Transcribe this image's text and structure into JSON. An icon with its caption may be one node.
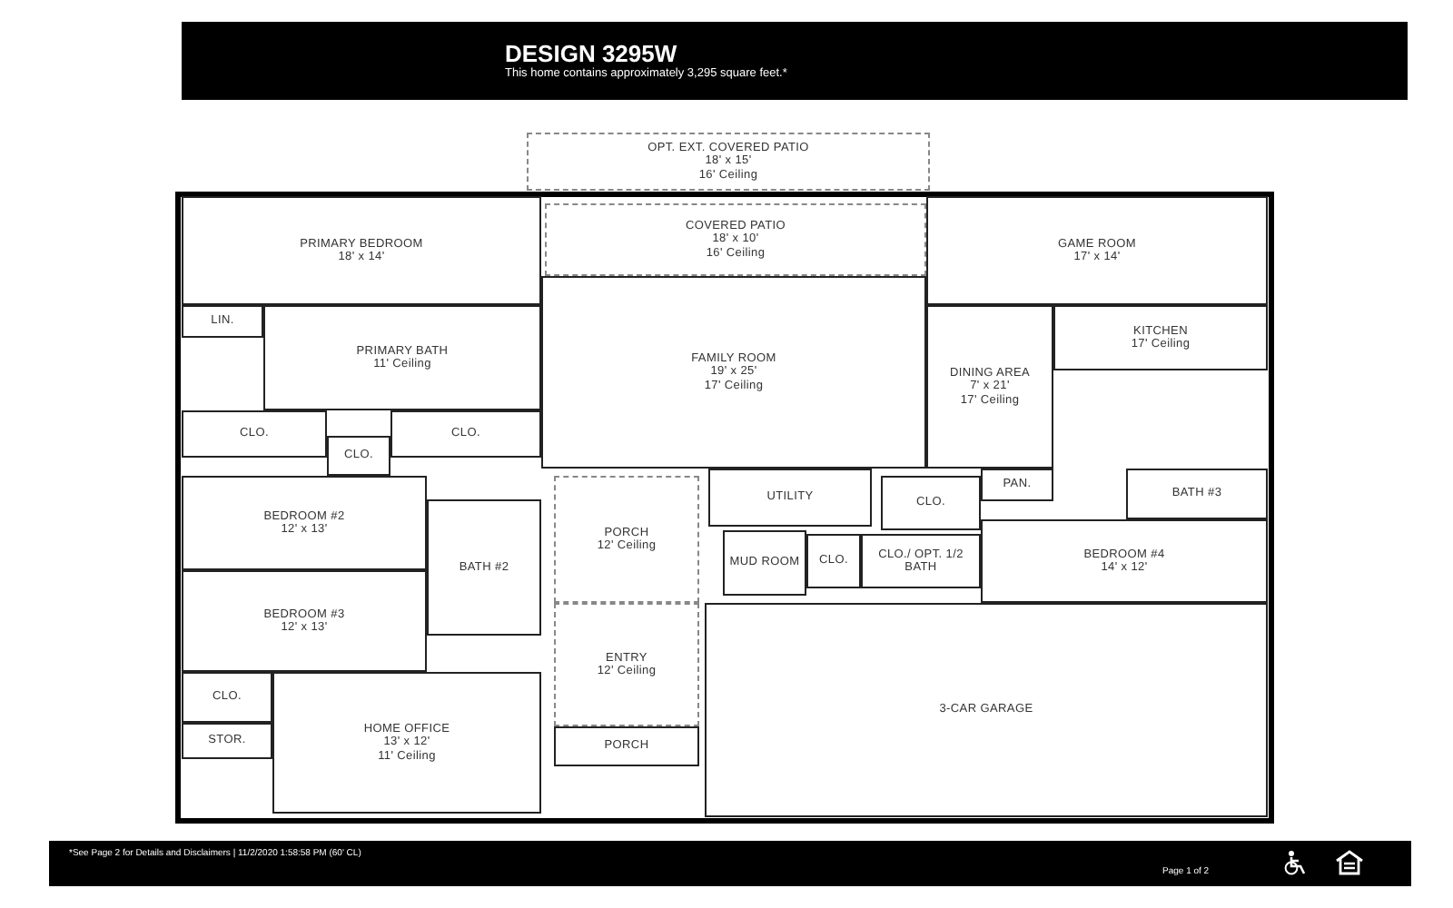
{
  "diagram": {
    "title": "DESIGN 3295W",
    "nodes": [
      {
        "text": [
          "OPT. EXT. COVERED PATIO",
          "18' x 15'",
          "16' Ceiling"
        ]
      },
      {
        "text": [
          "COVERED PATIO",
          "18' x 10'",
          "16' Ceiling"
        ]
      },
      {
        "text": [
          "PRIMARY BEDROOM",
          "18' x 14'"
        ]
      },
      {
        "text": [
          "GAME ROOM",
          "17' x 14'"
        ]
      },
      {
        "text": [
          "LIN."
        ]
      },
      {
        "text": [
          "PRIMARY BATH",
          "11' Ceiling"
        ]
      },
      {
        "text": [
          "FAMILY ROOM",
          "19' x 25'",
          "17' Ceiling"
        ]
      },
      {
        "text": [
          "KITCHEN",
          "17' Ceiling"
        ]
      },
      {
        "text": [
          "DINING AREA",
          "7' x 21'",
          "17' Ceiling"
        ]
      },
      {
        "text": [
          "CLO."
        ]
      },
      {
        "text": [
          "CLO."
        ]
      },
      {
        "text": [
          "CLO."
        ]
      },
      {
        "text": [
          "UTILITY"
        ]
      },
      {
        "text": [
          "CLO."
        ]
      },
      {
        "text": [
          "PAN."
        ]
      },
      {
        "text": [
          "BATH #3"
        ]
      },
      {
        "text": [
          "BEDROOM #2",
          "12' x 13'"
        ]
      },
      {
        "text": [
          "PORCH",
          "12' Ceiling"
        ]
      },
      {
        "text": [
          "BATH #2"
        ]
      },
      {
        "text": [
          "MUD ROOM"
        ]
      },
      {
        "text": [
          "CLO."
        ]
      },
      {
        "text": [
          "CLO./ OPT. 1/2 BATH"
        ]
      },
      {
        "text": [
          "BEDROOM #4",
          "14' x 12'"
        ]
      },
      {
        "text": [
          "BEDROOM #3",
          "12' x 13'"
        ]
      },
      {
        "text": [
          "ENTRY",
          "12' Ceiling"
        ]
      },
      {
        "text": [
          "3-CAR GARAGE"
        ]
      },
      {
        "text": [
          "CLO."
        ]
      },
      {
        "text": [
          "HOME OFFICE",
          "13' x 12'",
          "11' Ceiling"
        ]
      },
      {
        "text": [
          "STOR."
        ]
      },
      {
        "text": [
          "PORCH"
        ]
      }
    ],
    "edges": [],
    "labels": [
      "This home contains approximately 3,295 square feet.*",
      "*See Page 2 for Details and Disclaimers | 11/2/2020 1:58:58 PM (60' CL)",
      "Page 1 of 2"
    ]
  }
}
